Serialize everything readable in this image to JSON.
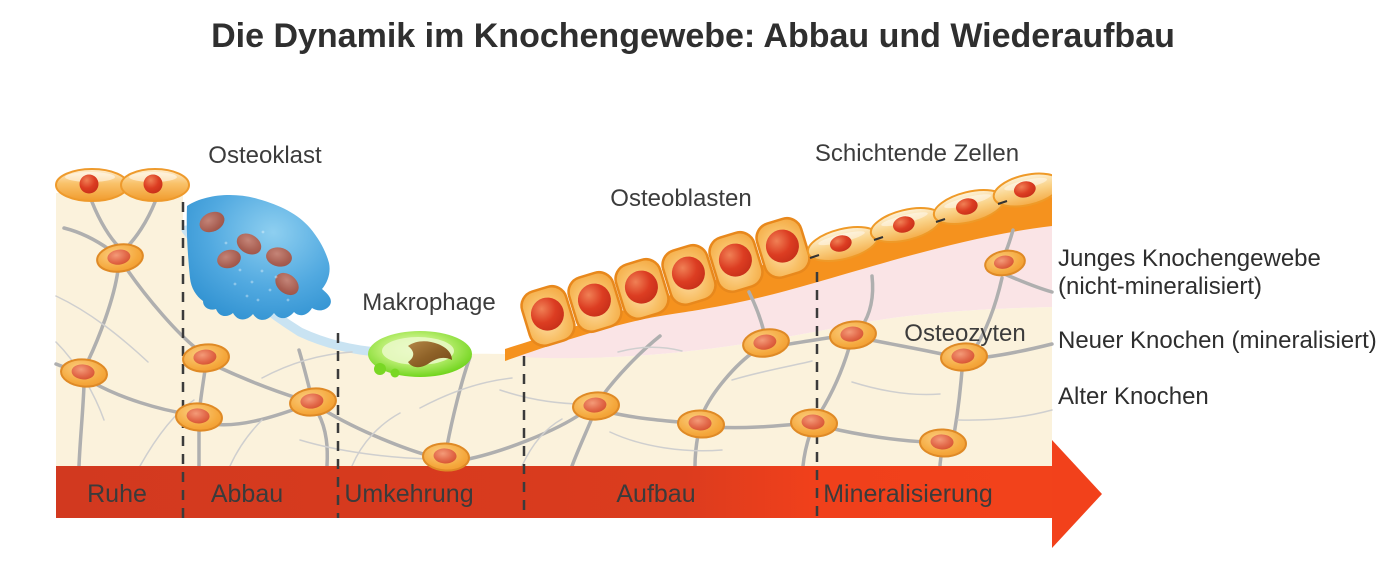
{
  "title": "Die Dynamik im Knochengewebe: Abbau und Wiederaufbau",
  "cell_labels": {
    "osteoclast": "Osteoklast",
    "macrophage": "Makrophage",
    "osteoblasts": "Osteoblasten",
    "lining_cells": "Schichtende Zellen",
    "osteocytes": "Osteozyten"
  },
  "layer_labels": {
    "young_bone_line1": "Junges Knochengewebe",
    "young_bone_line2": "(nicht-mineralisiert)",
    "new_bone": "Neuer Knochen (mineralisiert)",
    "old_bone": "Alter Knochen"
  },
  "phases": [
    {
      "label": "Ruhe"
    },
    {
      "label": "Abbau"
    },
    {
      "label": "Umkehrung"
    },
    {
      "label": "Aufbau"
    },
    {
      "label": "Mineralisierung"
    }
  ],
  "colors": {
    "bone_old": "#FBF2DC",
    "bone_new_unmineralized": "#FAE4E6",
    "osteoid_orange": "#F5921E",
    "arrow_red_start": "#D2391F",
    "arrow_bright": "#F2411B",
    "osteoclast_blue": "#3D9BD9",
    "macrophage_green": "#72D51F",
    "cell_orange": "#F5A93E",
    "nucleus_red": "#D23A20",
    "canaliculi_gray": "#AFAFAF",
    "resorption_blue": "#C9E3F2",
    "label_dark": "#3C3C3C"
  }
}
